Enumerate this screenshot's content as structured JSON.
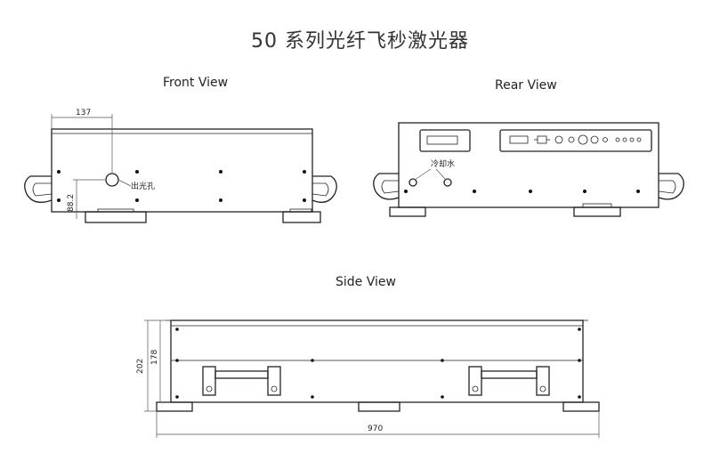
{
  "title": "50 系列光纤飞秒激光器",
  "views": {
    "front": "Front View",
    "rear": "Rear View",
    "side": "Side View"
  },
  "front": {
    "dim_width": "137",
    "dim_height": "88.2",
    "label_output": "出光孔"
  },
  "rear": {
    "label_cooling": "冷却水"
  },
  "side": {
    "dim_total_height": "202",
    "dim_body_height": "178",
    "dim_length": "970"
  }
}
